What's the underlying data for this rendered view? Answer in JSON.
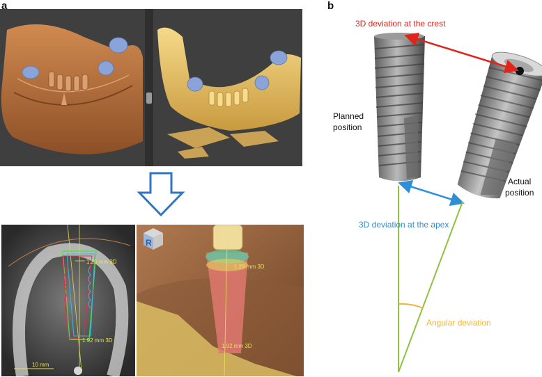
{
  "panel_a": {
    "letter": "a",
    "ct_measure_top": "1.29 mm 3D",
    "ct_measure_bottom": "1.92 mm 3D",
    "ct_scale": "10 mm",
    "view3d_measure_top": "1.29 mm 3D",
    "view3d_measure_bottom": "1.92 mm 3D",
    "orientation_cube_letter": "R",
    "colors": {
      "model_copper": "#c07a45",
      "model_yellow": "#eac46a",
      "implant_blue": "#8aa3d8",
      "arrow_blue": "#2f75c0"
    }
  },
  "panel_b": {
    "letter": "b",
    "crest_label": "3D deviation at the crest",
    "planned_label_line1": "Planned",
    "planned_label_line2": "position",
    "actual_label_line1": "Actual",
    "actual_label_line2": "position",
    "apex_label": "3D deviation at the apex",
    "angular_label": "Angular deviation",
    "colors": {
      "crest": "#e2231a",
      "apex": "#2e8fd6",
      "angular": "#f2b531",
      "axis": "#8dc43f"
    }
  }
}
